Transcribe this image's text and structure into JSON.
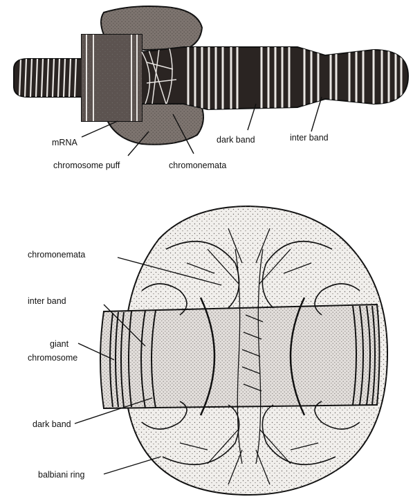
{
  "colors": {
    "ink": "#111111",
    "chromosome_fill": "#2a2422",
    "puff_fill": "#7d746f",
    "band_light": "#e9e6e3",
    "ring_fill": "#f1efec",
    "dots": "#6a6562",
    "background": "#ffffff"
  },
  "top_diagram": {
    "labels": {
      "mrna": "mRNA",
      "chromosome_puff": "chromosome puff",
      "chromonemata": "chromonemata",
      "dark_band": "dark band",
      "inter_band": "inter band"
    }
  },
  "bottom_diagram": {
    "labels": {
      "chromonemata": "chromonemata",
      "inter_band": "inter  band",
      "giant_line1": "giant",
      "giant_line2": "chromosome",
      "dark_band": "dark  band",
      "balbiani_ring": "balbiani  ring"
    }
  }
}
